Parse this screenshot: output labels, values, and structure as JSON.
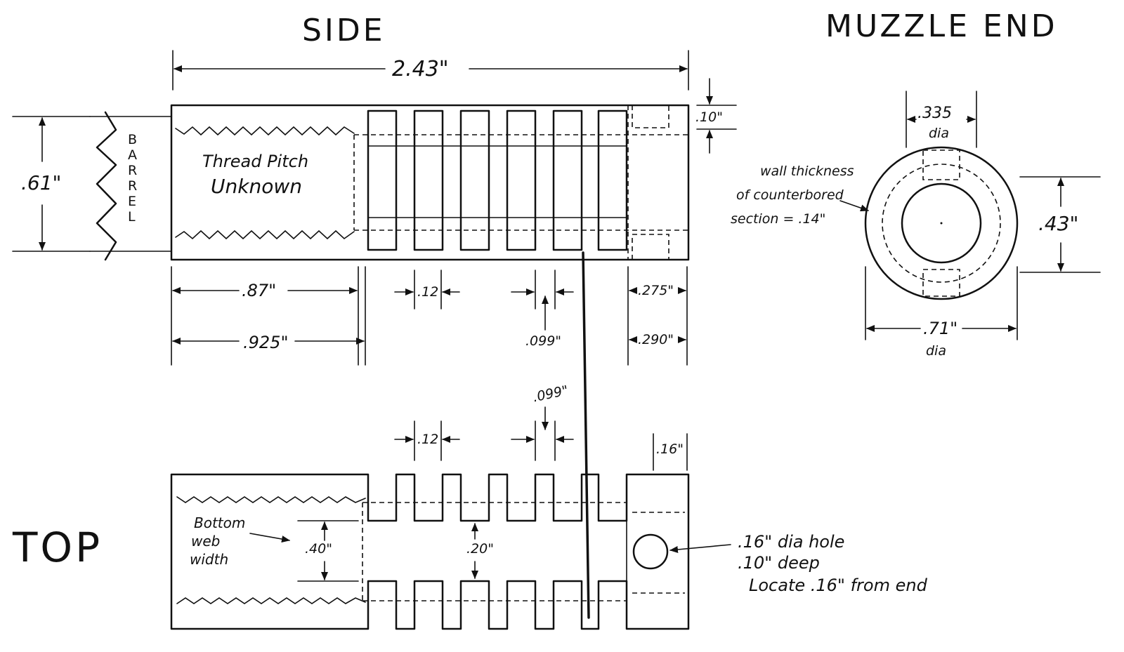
{
  "titles": {
    "side": "SIDE",
    "muzzle_end": "MUZZLE END",
    "top": "TOP"
  },
  "barrel_label": [
    "B",
    "A",
    "R",
    "R",
    "E",
    "L"
  ],
  "side_view": {
    "overall_length": "2.43\"",
    "height": ".61\"",
    "top_offset": ".10\"",
    "thread_note": [
      "Thread Pitch",
      "Unknown"
    ],
    "slot_width": ".12",
    "web_width": ".099\"",
    "thread_length": ".87\"",
    "bore_length": ".925\"",
    "end_dim_1": ".275\"",
    "end_dim_2": ".290\""
  },
  "muzzle_view": {
    "inner_dia": ".335",
    "inner_dia_unit": "dia",
    "wall_note": [
      "wall thickness",
      "of counterbored",
      "section = .14\""
    ],
    "height": ".43\"",
    "outer_dia": ".71\"",
    "outer_dia_unit": "dia"
  },
  "top_view": {
    "web_width": ".099\"",
    "slot_width": ".12",
    "end_width": ".16\"",
    "bottom_web_note": [
      "Bottom",
      "web",
      "width"
    ],
    "bottom_web_value": ".40\"",
    "gap": ".20\"",
    "hole_note": [
      ".16\" dia hole",
      ".10\" deep",
      "Locate .16\" from end"
    ]
  }
}
